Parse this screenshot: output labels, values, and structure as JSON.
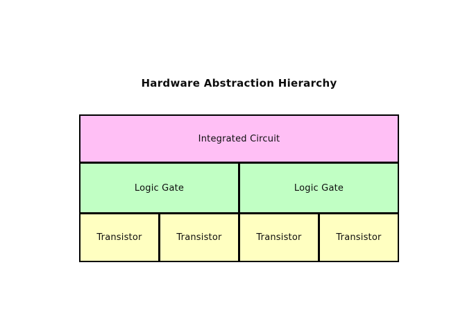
{
  "title": "Hardware Abstraction Hierarchy",
  "colors": {
    "integrated_circuit": "#ffbff5",
    "logic_gate": "#c1ffc4",
    "transistor": "#ffffc1",
    "border": "#000000",
    "text": "#0d0d0d",
    "background": "#ffffff"
  },
  "levels": [
    {
      "name": "integrated-circuit",
      "labels": [
        "Integrated Circuit"
      ]
    },
    {
      "name": "logic-gate",
      "labels": [
        "Logic Gate",
        "Logic Gate"
      ]
    },
    {
      "name": "transistor",
      "labels": [
        "Transistor",
        "Transistor",
        "Transistor",
        "Transistor"
      ]
    }
  ]
}
